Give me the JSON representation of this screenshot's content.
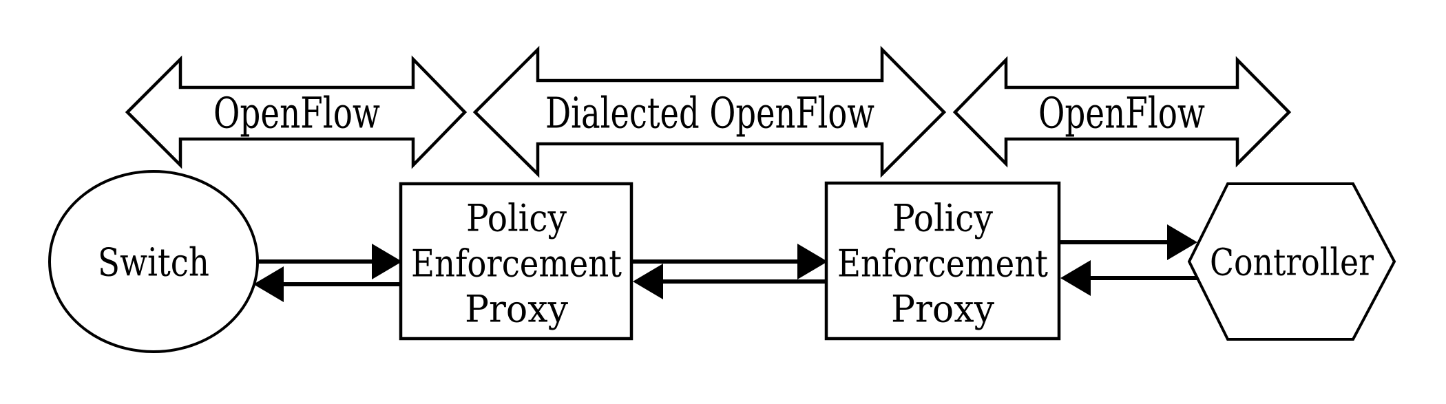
{
  "figure": {
    "background_color": "#ffffff",
    "stroke_color": "#000000",
    "protocol_arrows": [
      {
        "label": "OpenFlow",
        "spans": "Switch to left Policy Enforcement Proxy",
        "style": "double-headed outline arrow"
      },
      {
        "label": "Dialected OpenFlow",
        "spans": "left Policy Enforcement Proxy to right Policy Enforcement Proxy",
        "style": "double-headed outline arrow"
      },
      {
        "label": "OpenFlow",
        "spans": "right Policy Enforcement Proxy to Controller",
        "style": "double-headed outline arrow"
      }
    ],
    "nodes": {
      "switch": {
        "label": "Switch",
        "shape": "ellipse"
      },
      "pep_left": {
        "label_lines": [
          "Policy",
          "Enforcement",
          "Proxy"
        ],
        "shape": "rectangle"
      },
      "pep_right": {
        "label_lines": [
          "Policy",
          "Enforcement",
          "Proxy"
        ],
        "shape": "rectangle"
      },
      "controller": {
        "label": "Controller",
        "shape": "hexagon"
      }
    },
    "links": [
      {
        "from": "switch",
        "to": "pep_left",
        "direction": "right"
      },
      {
        "from": "pep_left",
        "to": "switch",
        "direction": "left"
      },
      {
        "from": "pep_left",
        "to": "pep_right",
        "direction": "right"
      },
      {
        "from": "pep_right",
        "to": "pep_left",
        "direction": "left"
      },
      {
        "from": "pep_right",
        "to": "controller",
        "direction": "right"
      },
      {
        "from": "controller",
        "to": "pep_right",
        "direction": "left"
      }
    ]
  }
}
